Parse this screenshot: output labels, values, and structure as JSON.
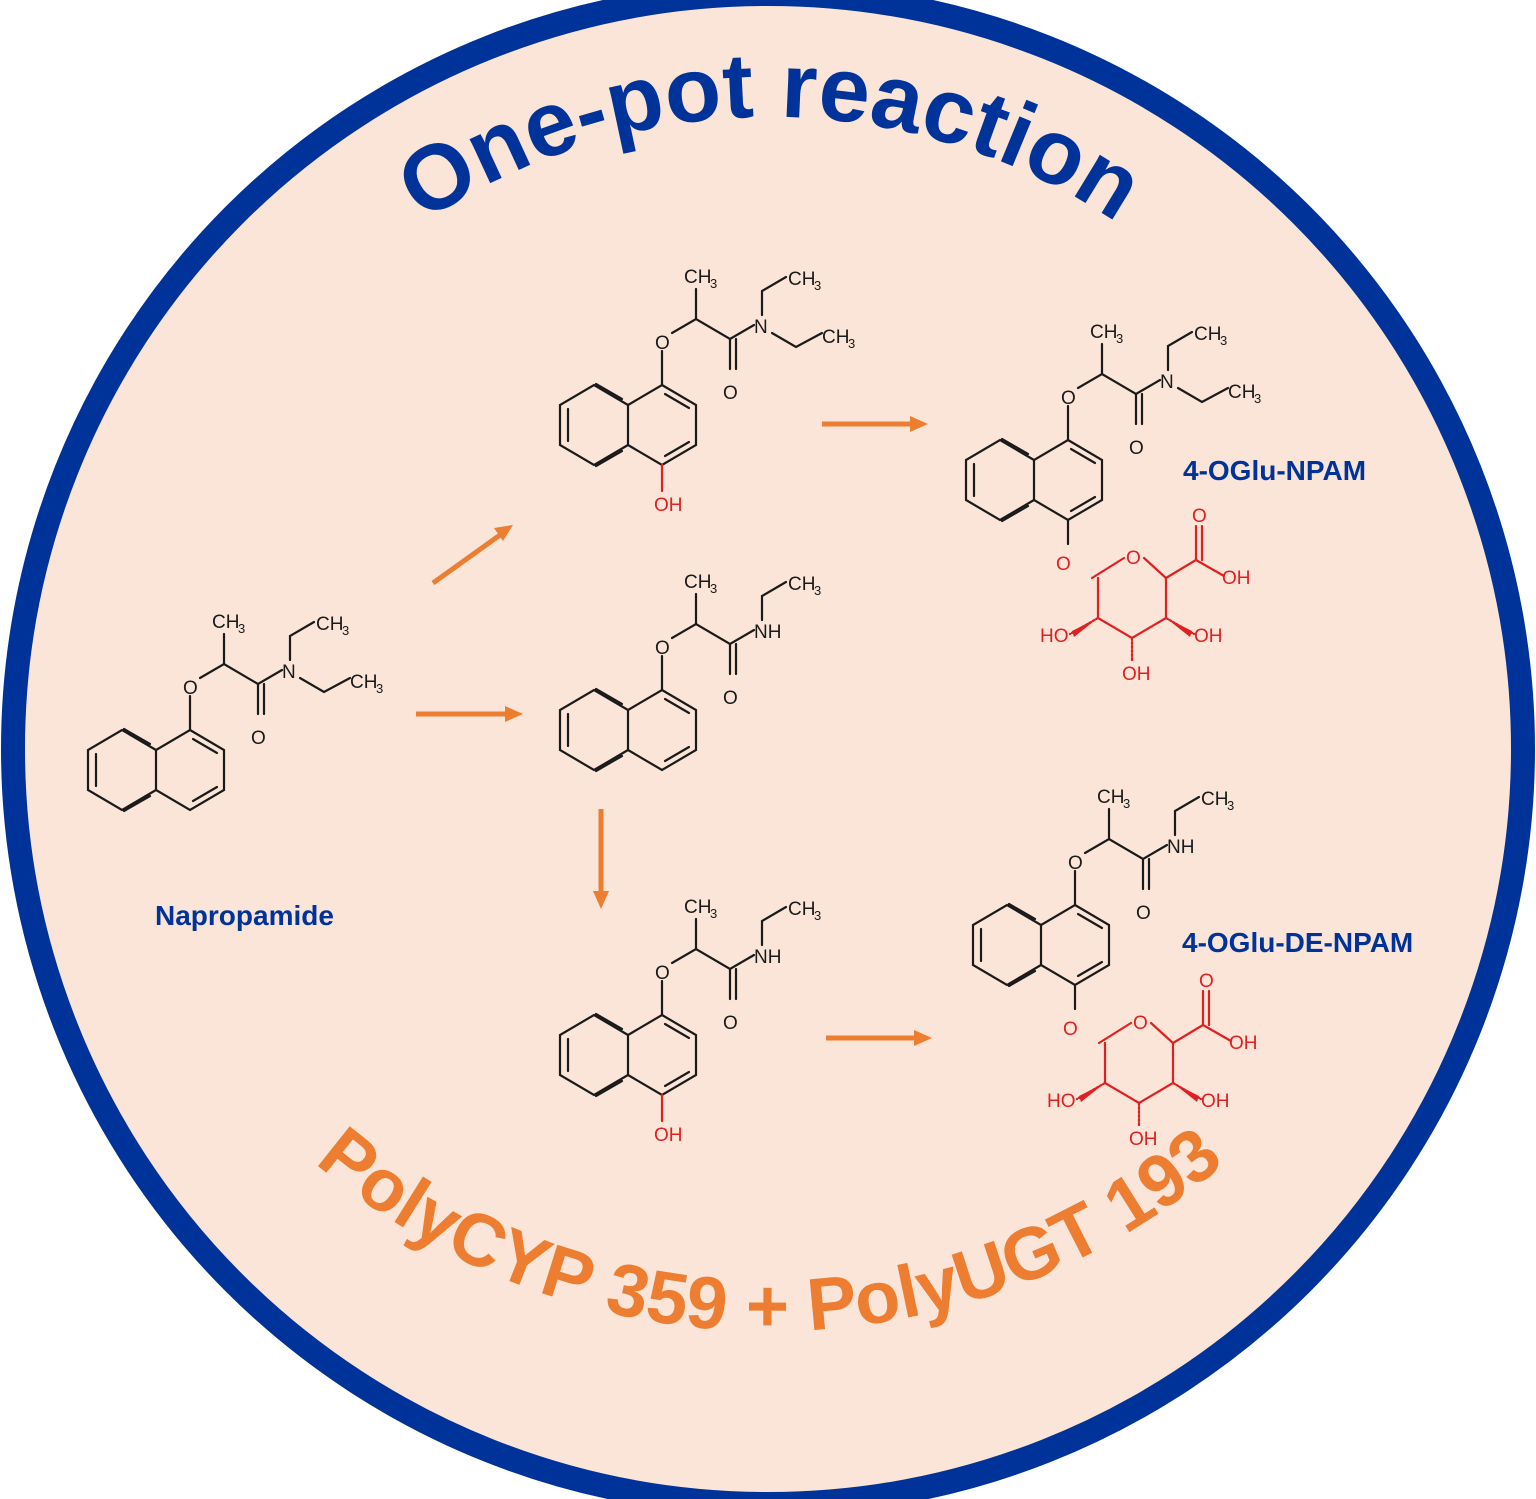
{
  "title": "One-pot reaction",
  "subtitle": "PolyCYP 359 + PolyUGT 193",
  "colors": {
    "ring": "#003399",
    "background_fill": "#fbe5d8",
    "title": "#003399",
    "subtitle": "#ed7d31",
    "arrows": "#ed7d31",
    "glucuronide": "#e02020",
    "labels": "#003399"
  },
  "molecules": {
    "napropamide": {
      "label": "Napropamide",
      "atoms": {
        "ch3_a": "CH",
        "ch3_b": "CH",
        "ch3_c": "CH",
        "n": "N",
        "o_ether": "O",
        "o_carbonyl": "O",
        "sub3": "3"
      }
    },
    "hydroxy_npam": {
      "atoms": {
        "ch3_a": "CH",
        "ch3_b": "CH",
        "ch3_c": "CH",
        "n": "N",
        "o_ether": "O",
        "o_carbonyl": "O",
        "oh": "OH",
        "sub3": "3"
      }
    },
    "de_npam": {
      "atoms": {
        "ch3_a": "CH",
        "ch3_b": "CH",
        "nh": "NH",
        "o_ether": "O",
        "o_carbonyl": "O",
        "sub3": "3"
      }
    },
    "hydroxy_de_npam": {
      "atoms": {
        "ch3_a": "CH",
        "ch3_b": "CH",
        "nh": "NH",
        "o_ether": "O",
        "o_carbonyl": "O",
        "oh": "OH",
        "sub3": "3"
      }
    },
    "ogluc_npam": {
      "label": "4-OGlu-NPAM",
      "atoms": {
        "ch3_a": "CH",
        "ch3_b": "CH",
        "ch3_c": "CH",
        "n": "N",
        "o_ether": "O",
        "o_carbonyl": "O",
        "o_link": "O",
        "o_ring": "O",
        "o_acid": "O",
        "oh_acid": "OH",
        "ho_left": "HO",
        "oh_right": "OH",
        "oh_bottom": "OH",
        "sub3": "3"
      }
    },
    "ogluc_de_npam": {
      "label": "4-OGlu-DE-NPAM",
      "atoms": {
        "ch3_a": "CH",
        "ch3_b": "CH",
        "nh": "NH",
        "o_ether": "O",
        "o_carbonyl": "O",
        "o_link": "O",
        "o_ring": "O",
        "o_acid": "O",
        "oh_acid": "OH",
        "ho_left": "HO",
        "oh_right": "OH",
        "oh_bottom": "OH",
        "sub3": "3"
      }
    }
  },
  "arrows": [
    {
      "id": "napropamide-to-hydroxy",
      "direction": "up-right"
    },
    {
      "id": "napropamide-to-deethyl",
      "direction": "right"
    },
    {
      "id": "hydroxy-to-glucuronide",
      "direction": "right"
    },
    {
      "id": "deethyl-to-hydroxy-deethyl",
      "direction": "down"
    },
    {
      "id": "hydroxy-deethyl-to-glucuronide",
      "direction": "right"
    }
  ]
}
